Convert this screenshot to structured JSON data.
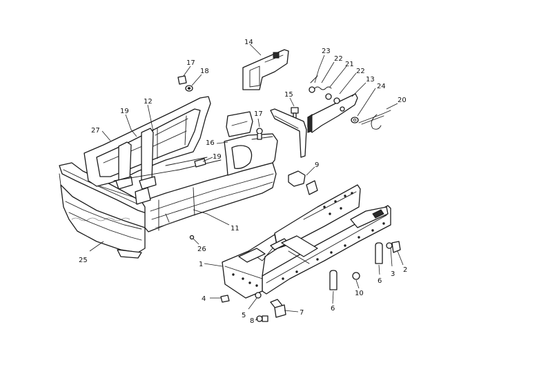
{
  "diagram": {
    "callouts": [
      {
        "id": "c17a",
        "text": "17"
      },
      {
        "id": "c18",
        "text": "18"
      },
      {
        "id": "c12",
        "text": "12"
      },
      {
        "id": "c19a",
        "text": "19"
      },
      {
        "id": "c27",
        "text": "27"
      },
      {
        "id": "c14",
        "text": "14"
      },
      {
        "id": "c23",
        "text": "23"
      },
      {
        "id": "c22a",
        "text": "22"
      },
      {
        "id": "c21",
        "text": "21"
      },
      {
        "id": "c22b",
        "text": "22"
      },
      {
        "id": "c13",
        "text": "13"
      },
      {
        "id": "c24",
        "text": "24"
      },
      {
        "id": "c20",
        "text": "20"
      },
      {
        "id": "c15",
        "text": "15"
      },
      {
        "id": "c17b",
        "text": "17"
      },
      {
        "id": "c16",
        "text": "16"
      },
      {
        "id": "c19b",
        "text": "19"
      },
      {
        "id": "c9",
        "text": "9"
      },
      {
        "id": "c11",
        "text": "11"
      },
      {
        "id": "c26",
        "text": "26"
      },
      {
        "id": "c25",
        "text": "25"
      },
      {
        "id": "c1",
        "text": "1"
      },
      {
        "id": "c4",
        "text": "4"
      },
      {
        "id": "c5",
        "text": "5"
      },
      {
        "id": "c7",
        "text": "7"
      },
      {
        "id": "c8",
        "text": "8"
      },
      {
        "id": "c6a",
        "text": "6"
      },
      {
        "id": "c10",
        "text": "10"
      },
      {
        "id": "c6b",
        "text": "6"
      },
      {
        "id": "c3",
        "text": "3"
      },
      {
        "id": "c2",
        "text": "2"
      }
    ]
  }
}
